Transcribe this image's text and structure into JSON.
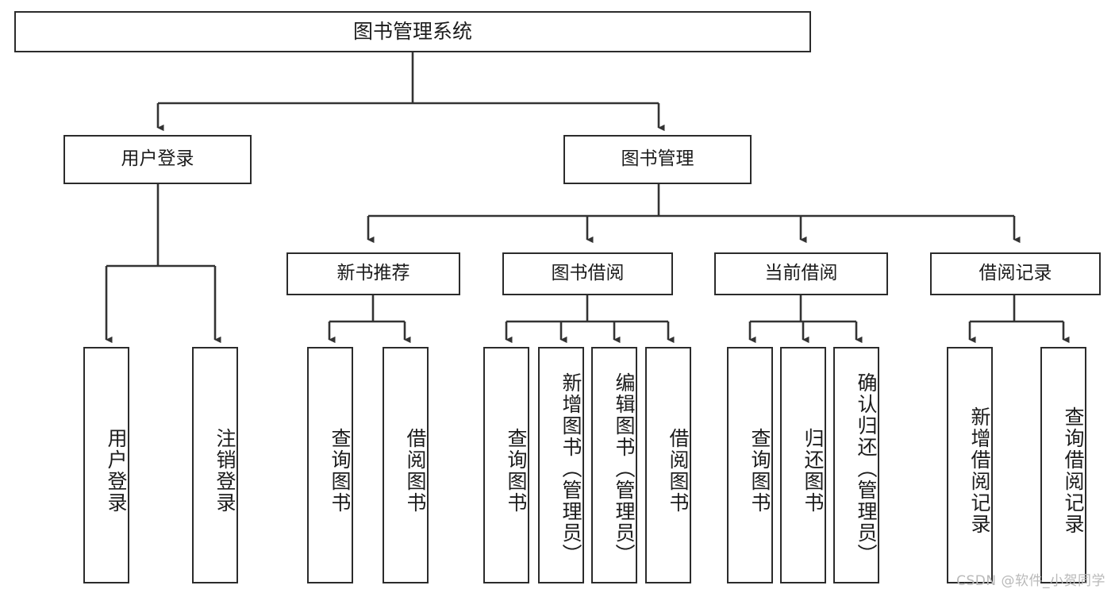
{
  "diagram": {
    "title": "图书管理系统",
    "type": "tree",
    "watermark": "CSDN @软件_小贺同学",
    "colors": {
      "box_border": "#2b2b2b",
      "box_fill": "#ffffff",
      "connector": "#333333",
      "text": "#1c1c1c",
      "watermark": "#b9b9b9"
    },
    "nodes": {
      "root": {
        "label": "图书管理系统"
      },
      "level2": [
        {
          "id": "user-login",
          "label": "用户登录"
        },
        {
          "id": "book-manage",
          "label": "图书管理"
        }
      ],
      "level3": [
        {
          "id": "new-book-recommend",
          "label": "新书推荐"
        },
        {
          "id": "book-borrow",
          "label": "图书借阅"
        },
        {
          "id": "current-borrow",
          "label": "当前借阅"
        },
        {
          "id": "borrow-record",
          "label": "借阅记录"
        }
      ],
      "leaves": {
        "user-login": [
          {
            "id": "leaf-user-login",
            "label": "用户登录"
          },
          {
            "id": "leaf-user-logout",
            "label": "注销登录"
          }
        ],
        "new-book-recommend": [
          {
            "id": "leaf-query-book-1",
            "label": "查询图书"
          },
          {
            "id": "leaf-borrow-book-1",
            "label": "借阅图书"
          }
        ],
        "book-borrow": [
          {
            "id": "leaf-query-book-2",
            "label": "查询图书"
          },
          {
            "id": "leaf-add-book",
            "label": "新增图书（管理员）"
          },
          {
            "id": "leaf-edit-book",
            "label": "编辑图书（管理员）"
          },
          {
            "id": "leaf-borrow-book-2",
            "label": "借阅图书"
          }
        ],
        "current-borrow": [
          {
            "id": "leaf-query-book-3",
            "label": "查询图书"
          },
          {
            "id": "leaf-return-book",
            "label": "归还图书"
          },
          {
            "id": "leaf-confirm-return",
            "label": "确认归还（管理员）"
          }
        ],
        "borrow-record": [
          {
            "id": "leaf-add-record",
            "label": "新增借阅记录"
          },
          {
            "id": "leaf-query-record",
            "label": "查询借阅记录"
          }
        ]
      }
    }
  }
}
